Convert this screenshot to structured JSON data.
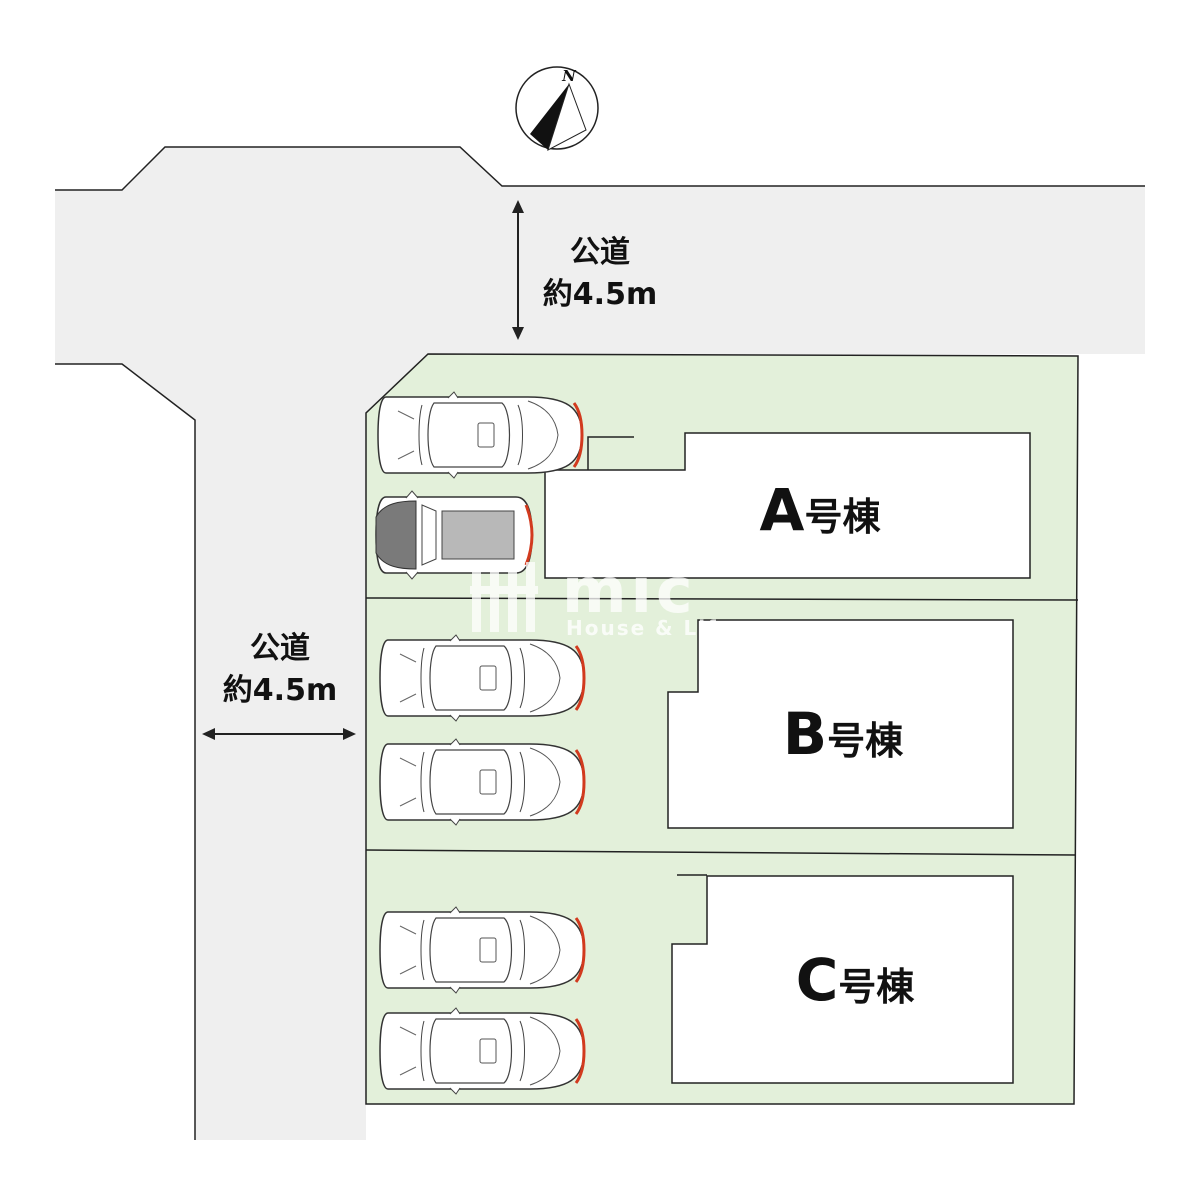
{
  "compass": {
    "north_label": "N"
  },
  "roads": {
    "north": {
      "line1": "公道",
      "line2": "約4.5m"
    },
    "west": {
      "line1": "公道",
      "line2": "約4.5m"
    }
  },
  "buildings": [
    {
      "id": "A",
      "letter": "A",
      "suffix": "号棟"
    },
    {
      "id": "B",
      "letter": "B",
      "suffix": "号棟"
    },
    {
      "id": "C",
      "letter": "C",
      "suffix": "号棟"
    }
  ],
  "parking": {
    "A": 2,
    "B": 2,
    "C": 2
  },
  "watermark": {
    "main": "mic",
    "sub": "House & Life"
  },
  "colors": {
    "road": "#efefef",
    "lot": "#e3f0da",
    "building": "#ffffff",
    "outline": "#222222",
    "car_tail": "#d23a1e"
  }
}
